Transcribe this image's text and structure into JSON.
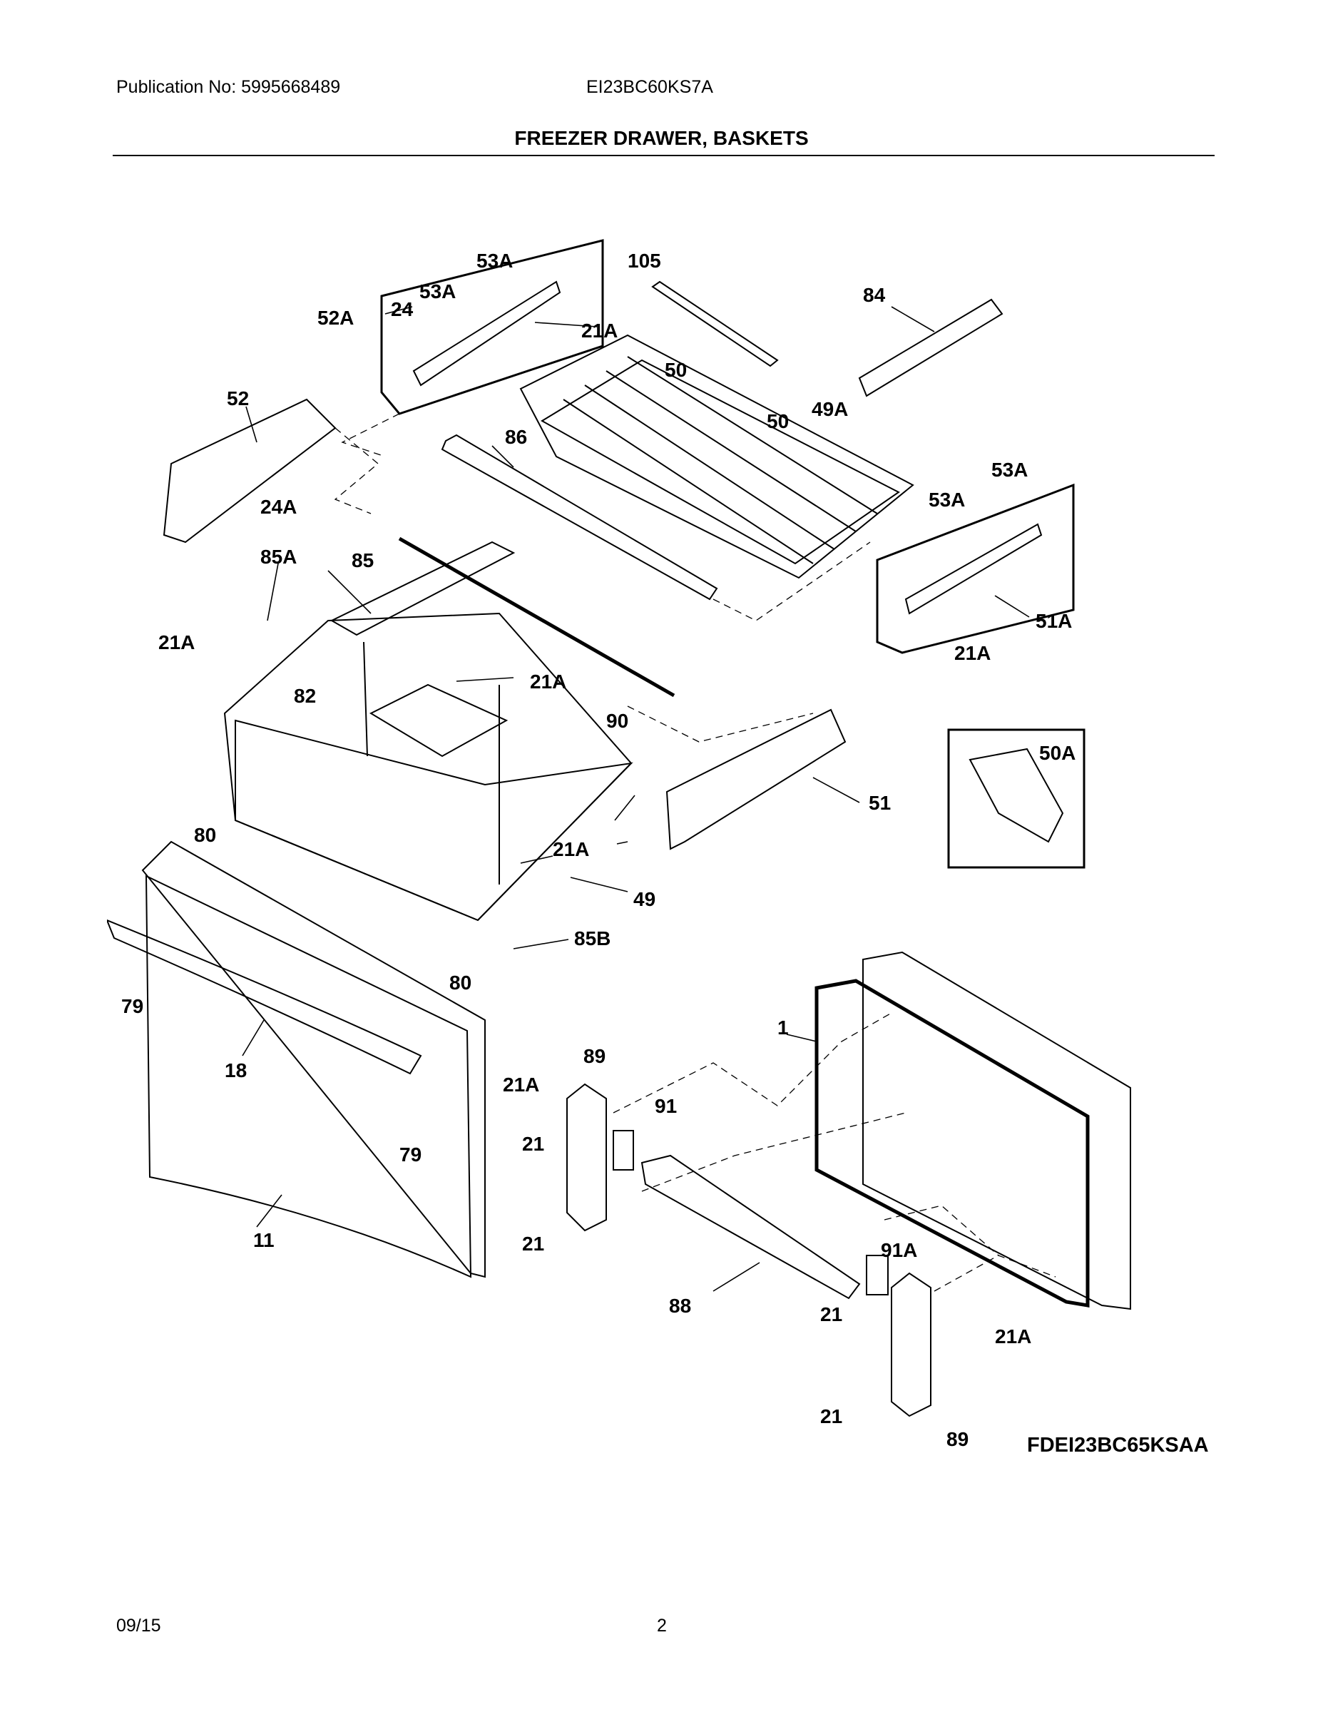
{
  "header": {
    "publication": "Publication No: 5995668489",
    "model": "EI23BC60KS7A",
    "title": "FREEZER DRAWER, BASKETS"
  },
  "diagram_code": "FDEI23BC65KSAA",
  "footer": {
    "date": "09/15",
    "page": "2"
  },
  "callouts": [
    "53A",
    "105",
    "84",
    "52A",
    "24",
    "53A",
    "21A",
    "50",
    "52",
    "50",
    "49A",
    "86",
    "53A",
    "53A",
    "24A",
    "85A",
    "85",
    "51A",
    "21A",
    "21A",
    "82",
    "21A",
    "90",
    "50A",
    "51",
    "80",
    "21A",
    "49",
    "85B",
    "79",
    "80",
    "1",
    "18",
    "89",
    "21A",
    "91",
    "21",
    "79",
    "11",
    "21",
    "91A",
    "88",
    "21",
    "21A",
    "21",
    "89"
  ]
}
